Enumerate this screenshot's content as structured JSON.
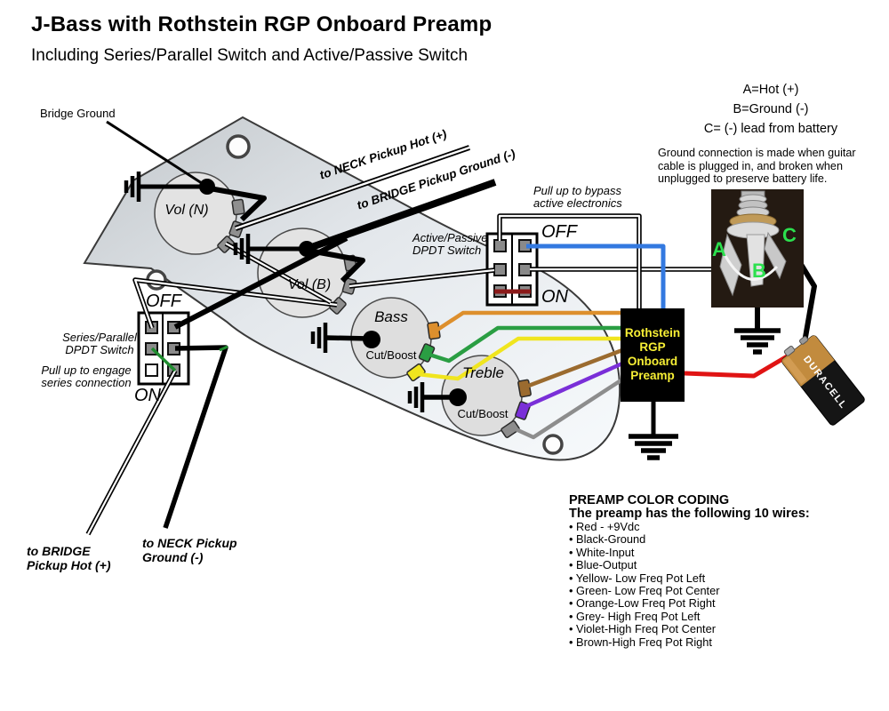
{
  "header": {
    "title": "J-Bass with Rothstein RGP Onboard Preamp",
    "subtitle": "Including Series/Parallel Switch and Active/Passive Switch"
  },
  "jack_legend": {
    "line_a": "A=Hot (+)",
    "line_b": "B=Ground (-)",
    "line_c": "C= (-) lead from battery",
    "note": "Ground connection is made when guitar cable is plugged in, and broken when unplugged to preserve battery life."
  },
  "jack": {
    "label_a": "A",
    "label_b": "B",
    "label_c": "C"
  },
  "battery": {
    "brand": "DURACELL"
  },
  "preamp": {
    "name_lines": [
      "Rothstein",
      "RGP",
      "Onboard",
      "Preamp"
    ]
  },
  "pots": {
    "vol_n": {
      "label": "Vol (N)"
    },
    "vol_b": {
      "label": "Vol (B)"
    },
    "bass": {
      "label": "Bass",
      "sub": "Cut/Boost"
    },
    "treble": {
      "label": "Treble",
      "sub": "Cut/Boost"
    }
  },
  "switches": {
    "series_parallel": {
      "label_line1": "Series/Parallel",
      "label_line2": "DPDT Switch",
      "note_line1": "Pull up to engage",
      "note_line2": "series connection",
      "off": "OFF",
      "on": "ON"
    },
    "active_passive": {
      "label_line1": "Active/Passive",
      "label_line2": "DPDT Switch",
      "note_line1": "Pull up to bypass",
      "note_line2": "active electronics",
      "off": "OFF",
      "on": "ON"
    }
  },
  "wire_labels": {
    "bridge_ground": "Bridge Ground",
    "to_neck_hot": "to NECK Pickup Hot (+)",
    "to_bridge_ground": "to BRIDGE Pickup Ground (-)",
    "to_bridge_hot_line1": "to BRIDGE",
    "to_bridge_hot_line2": "Pickup Hot (+)",
    "to_neck_ground_line1": "to NECK Pickup",
    "to_neck_ground_line2": "Ground (-)"
  },
  "color_coding": {
    "heading": "PREAMP COLOR CODING",
    "subheading": "The preamp has the following 10 wires:",
    "wires": [
      "• Red - +9Vdc",
      "• Black-Ground",
      "• White-Input",
      "• Blue-Output",
      "• Yellow- Low Freq Pot Left",
      "• Green- Low Freq Pot Center",
      "• Orange-Low Freq Pot Right",
      "• Grey- High Freq Pot Left",
      "• Violet-High Freq Pot Center",
      "• Brown-High Freq Pot Right"
    ]
  },
  "colors": {
    "red": "#e01414",
    "black": "#000000",
    "white": "#ffffff",
    "blue": "#3379e0",
    "yellow": "#f0e51e",
    "green": "#2a9e43",
    "orange": "#dd8f2d",
    "grey": "#8d8d8d",
    "violet": "#7a2fd8",
    "brown": "#9b6b2f",
    "jumper_dark_red": "#8b1a1a",
    "preamp_text_yellow": "#f7ef35",
    "jack_letter_green": "#2ce04e",
    "battery_copper": "#c28b3e",
    "series_green": "#1f8c2f"
  }
}
